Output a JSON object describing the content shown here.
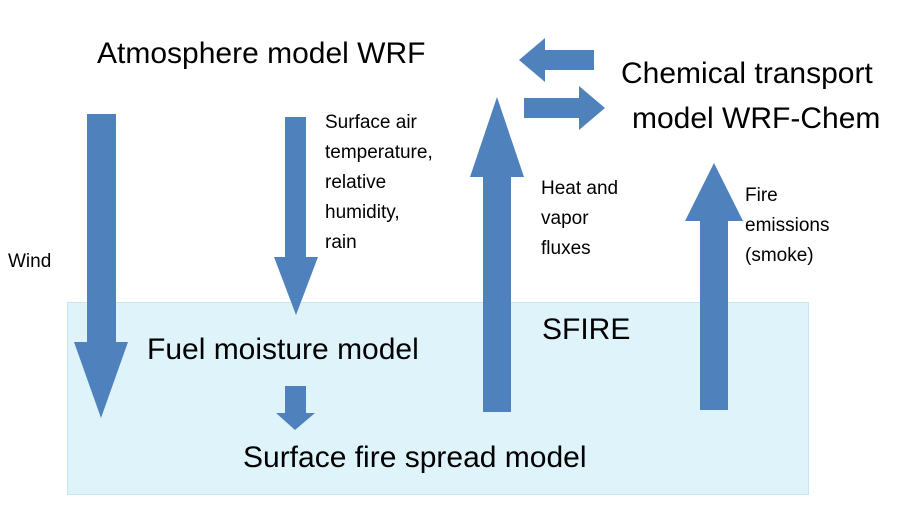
{
  "diagram": {
    "atmosphere_model": "Atmosphere model WRF",
    "chemical_model_line1": "Chemical transport",
    "chemical_model_line2": "model WRF-Chem",
    "wind_label": "Wind",
    "surface_air_lines": [
      "Surface air",
      "temperature,",
      "relative",
      "humidity,",
      "rain"
    ],
    "heat_vapor_lines": [
      "Heat and",
      "vapor",
      "fluxes"
    ],
    "fire_emissions_lines": [
      "Fire",
      "emissions",
      "(smoke)"
    ],
    "sfire_label": "SFIRE",
    "fuel_moisture_model": "Fuel moisture model",
    "surface_fire_model": "Surface fire spread model"
  },
  "colors": {
    "arrow": "#4f81bd",
    "sfire_background": "#dff3fb"
  }
}
